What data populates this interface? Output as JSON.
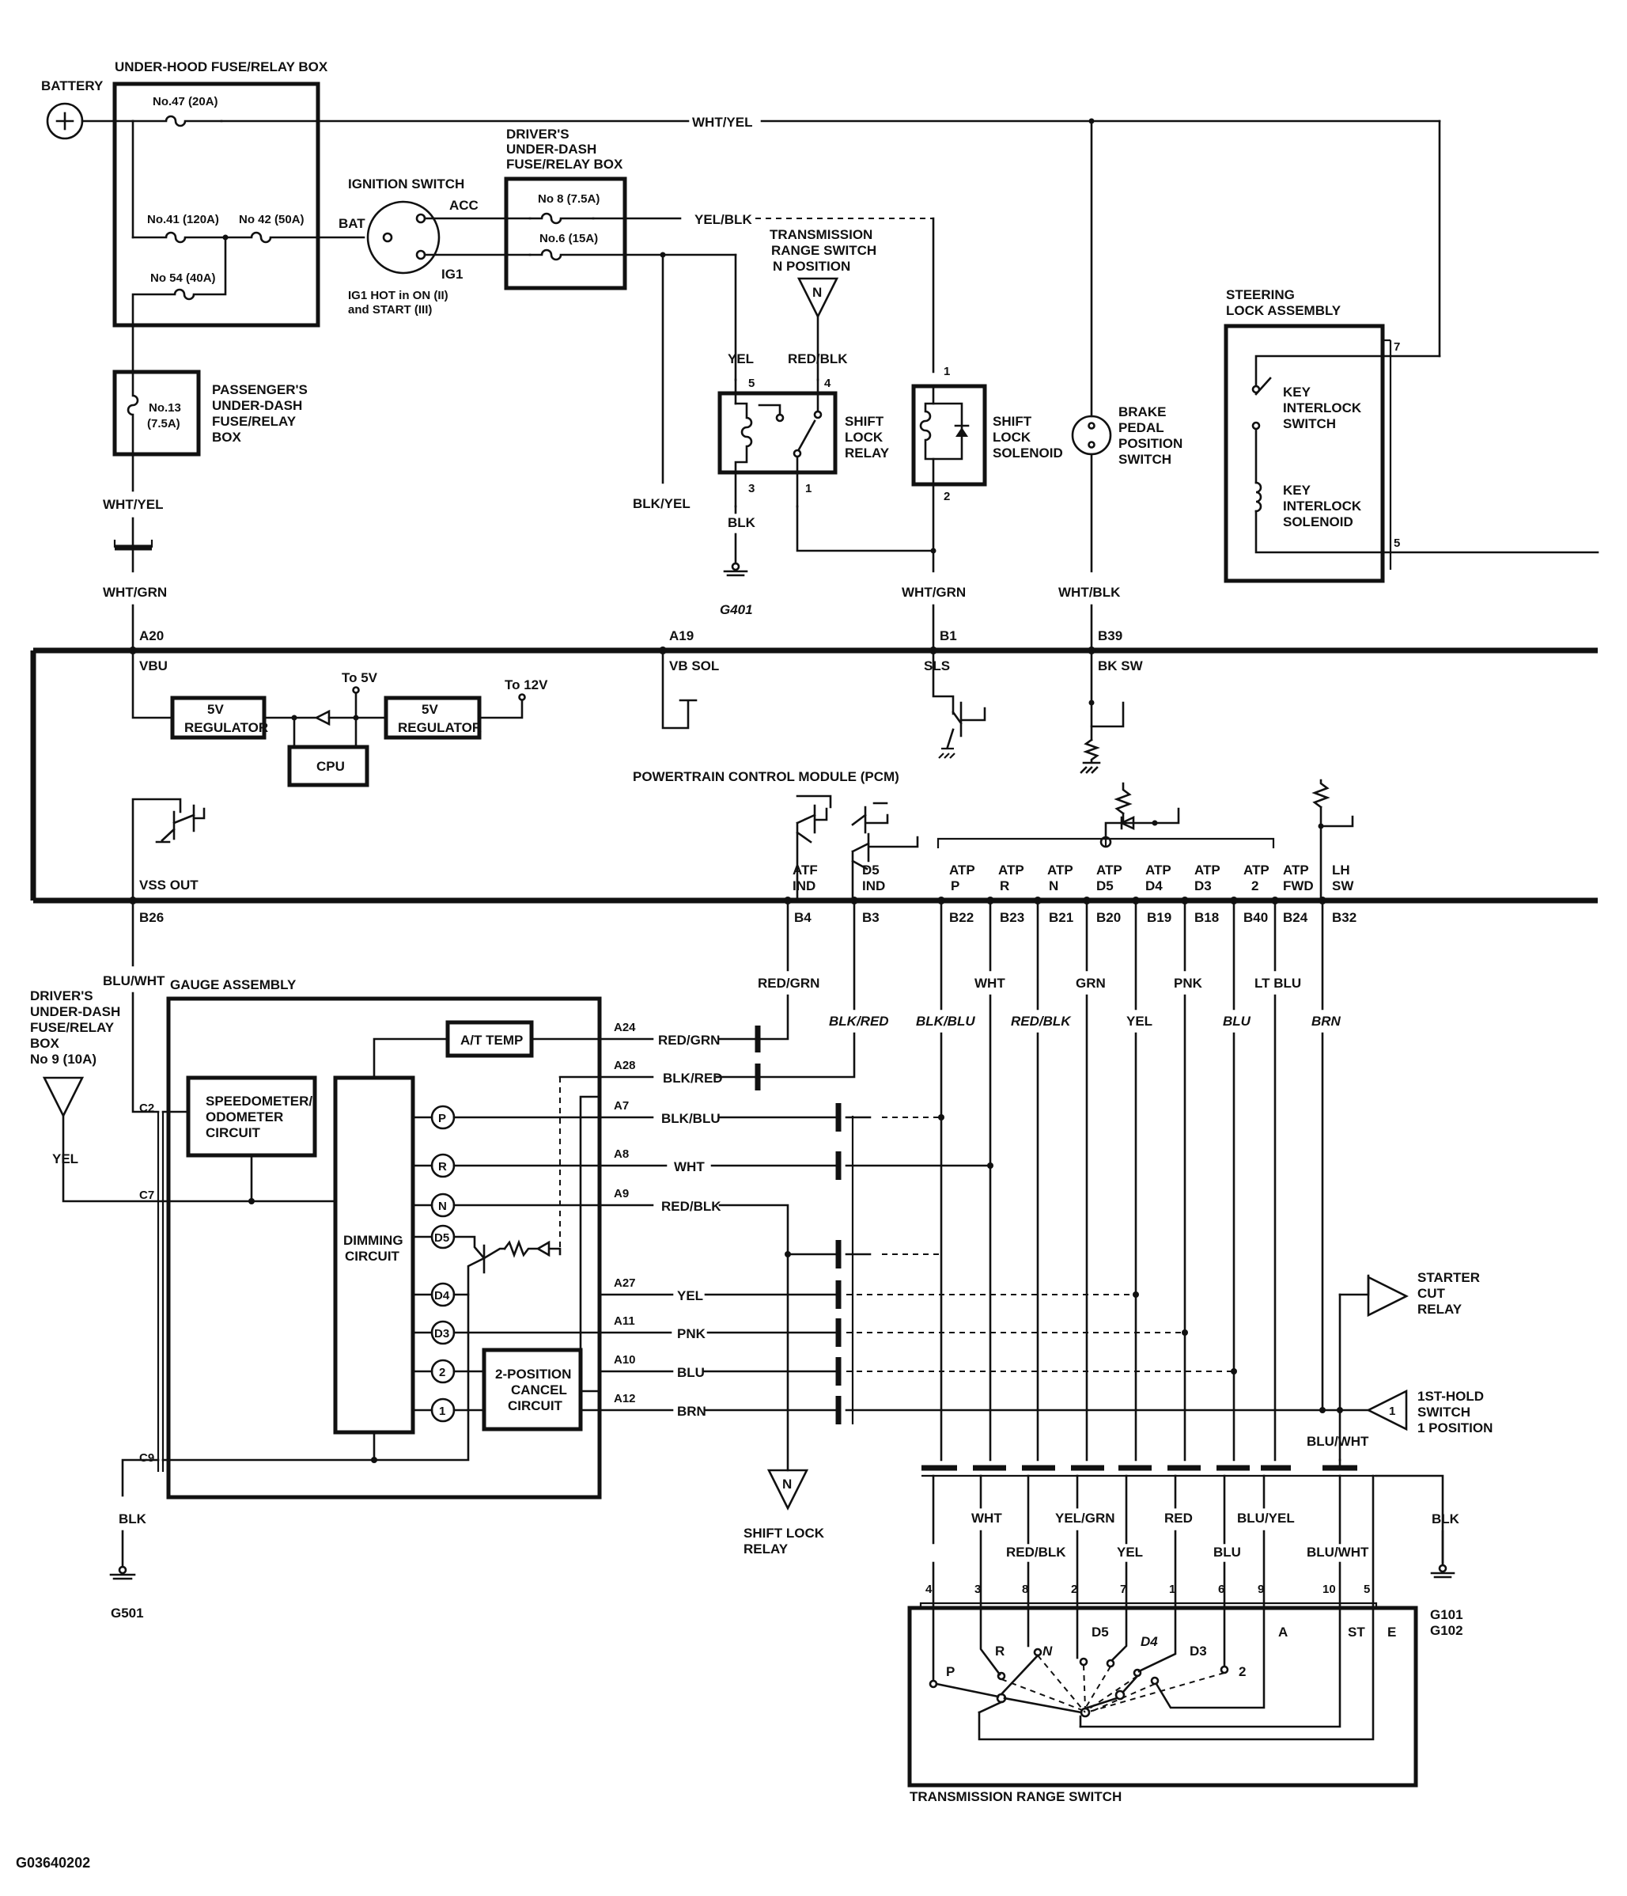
{
  "labels": {
    "battery": "BATTERY",
    "underhood_box": "UNDER-HOOD FUSE/RELAY BOX",
    "fuse47": "No.47 (20A)",
    "fuse41": "No.41 (120A)",
    "fuse42": "No 42 (50A)",
    "fuse54": "No 54 (40A)",
    "ignition_switch": "IGNITION SWITCH",
    "bat": "BAT",
    "acc": "ACC",
    "ig1": "IG1",
    "ig1_note_1": "IG1 HOT in ON (II)",
    "ig1_note_2": "and START (III)",
    "drivers_box_1": "DRIVER'S",
    "drivers_box_2": "UNDER-DASH",
    "drivers_box_3": "FUSE/RELAY BOX",
    "fuse8": "No 8 (7.5A)",
    "fuse6": "No.6 (15A)",
    "wht_yel": "WHT/YEL",
    "yel_blk": "YEL/BLK",
    "trs_n_1": "TRANSMISSION",
    "trs_n_2": "RANGE SWITCH",
    "trs_n_3": "N POSITION",
    "n": "N",
    "steering_lock_1": "STEERING",
    "steering_lock_2": "LOCK ASSEMBLY",
    "key_interlock_switch_1": "KEY",
    "key_interlock_switch_2": "INTERLOCK",
    "key_interlock_switch_3": "SWITCH",
    "key_interlock_solenoid_1": "KEY",
    "key_interlock_solenoid_2": "INTERLOCK",
    "key_interlock_solenoid_3": "SOLENOID",
    "pin7": "7",
    "pin5": "5",
    "passenger_fuse": "No.13",
    "passenger_fuse_amp": "(7.5A)",
    "passenger_box_1": "PASSENGER'S",
    "passenger_box_2": "UNDER-DASH",
    "passenger_box_3": "FUSE/RELAY",
    "passenger_box_4": "BOX",
    "yel": "YEL",
    "red_blk": "RED/BLK",
    "shift_lock_relay_1": "SHIFT",
    "shift_lock_relay_2": "LOCK",
    "shift_lock_relay_3": "RELAY",
    "relay_pin5": "5",
    "relay_pin4": "4",
    "relay_pin3": "3",
    "relay_pin1": "1",
    "shift_lock_solenoid_1": "SHIFT",
    "shift_lock_solenoid_2": "LOCK",
    "shift_lock_solenoid_3": "SOLENOID",
    "sol_pin1": "1",
    "sol_pin2": "2",
    "brake_switch_1": "BRAKE",
    "brake_switch_2": "PEDAL",
    "brake_switch_3": "POSITION",
    "brake_switch_4": "SWITCH",
    "blk_yel": "BLK/YEL",
    "blk": "BLK",
    "g401": "G401",
    "wht_grn": "WHT/GRN",
    "wht_blk": "WHT/BLK",
    "a20": "A20",
    "a19": "A19",
    "b1": "B1",
    "b39": "B39",
    "vbu": "VBU",
    "vb_sol": "VB SOL",
    "sls": "SLS",
    "bk_sw": "BK SW",
    "to5v": "To 5V",
    "to12v": "To 12V",
    "regulator_5v_a": "5V",
    "regulator_a": "REGULATOR",
    "regulator_5v_b": "5V",
    "regulator_b": "REGULATOR",
    "cpu": "CPU",
    "pcm": "POWERTRAIN CONTROL MODULE (PCM)",
    "vss_out": "VSS OUT",
    "b26": "B26",
    "atf_ind_1": "ATF",
    "atf_ind_2": "IND",
    "d5_ind_1": "D5",
    "d5_ind_2": "IND",
    "atp_p": "P",
    "atp_r": "R",
    "atp_n": "N",
    "atp_d5": "D5",
    "atp_d4": "D4",
    "atp_d3": "D3",
    "atp_2": "2",
    "atp_fwd": "FWD",
    "atp": "ATP",
    "lh": "LH",
    "sw": "SW",
    "b4": "B4",
    "b3": "B3",
    "b22": "B22",
    "b23": "B23",
    "b21": "B21",
    "b20": "B20",
    "b19": "B19",
    "b18": "B18",
    "b40": "B40",
    "b24": "B24",
    "b32": "B32",
    "blu_wht": "BLU/WHT",
    "gauge_assembly": "GAUGE ASSEMBLY",
    "drivers_box9_1": "DRIVER'S",
    "drivers_box9_2": "UNDER-DASH",
    "drivers_box9_3": "FUSE/RELAY",
    "drivers_box9_4": "BOX",
    "drivers_box9_5": "No 9 (10A)",
    "c2": "C2",
    "c7": "C7",
    "c9": "C9",
    "speedometer_1": "SPEEDOMETER/",
    "speedometer_2": "ODOMETER",
    "speedometer_3": "CIRCUIT",
    "at_temp": "A/T TEMP",
    "dimming_1": "DIMMING",
    "dimming_2": "CIRCUIT",
    "cancel_1": "2-POSITION",
    "cancel_2": "CANCEL",
    "cancel_3": "CIRCUIT",
    "ind_p": "P",
    "ind_r": "R",
    "ind_n": "N",
    "ind_d5": "D5",
    "ind_d4": "D4",
    "ind_d3": "D3",
    "ind_2": "2",
    "ind_1": "1",
    "a24": "A24",
    "a28": "A28",
    "a7": "A7",
    "a8": "A8",
    "a9": "A9",
    "a27": "A27",
    "a11": "A11",
    "a10": "A10",
    "a12": "A12",
    "red_grn": "RED/GRN",
    "blk_red": "BLK/RED",
    "blk_blu": "BLK/BLU",
    "wht": "WHT",
    "pnk": "PNK",
    "blu": "BLU",
    "brn": "BRN",
    "grn": "GRN",
    "lt_blu": "LT BLU",
    "blk_red_it": "BLK/RED",
    "blk_blu_it": "BLK/BLU",
    "red_blk_it": "RED/BLK",
    "blu_it": "BLU",
    "brn_it": "BRN",
    "starter_cut_1": "STARTER",
    "starter_cut_2": "CUT",
    "starter_cut_3": "RELAY",
    "hold_1": "1ST-HOLD",
    "hold_2": "SWITCH",
    "hold_3": "1 POSITION",
    "hold_sym": "1",
    "shift_lock_relay_b_1": "SHIFT LOCK",
    "shift_lock_relay_b_2": "RELAY",
    "g501": "G501",
    "yel_grn": "YEL/GRN",
    "red": "RED",
    "blu_yel": "BLU/YEL",
    "g101": "G101",
    "g102": "G102",
    "trs_pin4": "4",
    "trs_pin3": "3",
    "trs_pin8": "8",
    "trs_pin2": "2",
    "trs_pin7": "7",
    "trs_pin1": "1",
    "trs_pin6": "6",
    "trs_pin9": "9",
    "trs_pin10": "10",
    "trs_pin5": "5",
    "trs_p": "P",
    "trs_r": "R",
    "trs_n": "N",
    "trs_d5": "D5",
    "trs_d4": "D4",
    "trs_d3": "D3",
    "trs_2": "2",
    "trs_a": "A",
    "trs_st": "ST",
    "trs_e": "E",
    "trs_title": "TRANSMISSION RANGE SWITCH",
    "figure_id": "G03640202"
  }
}
